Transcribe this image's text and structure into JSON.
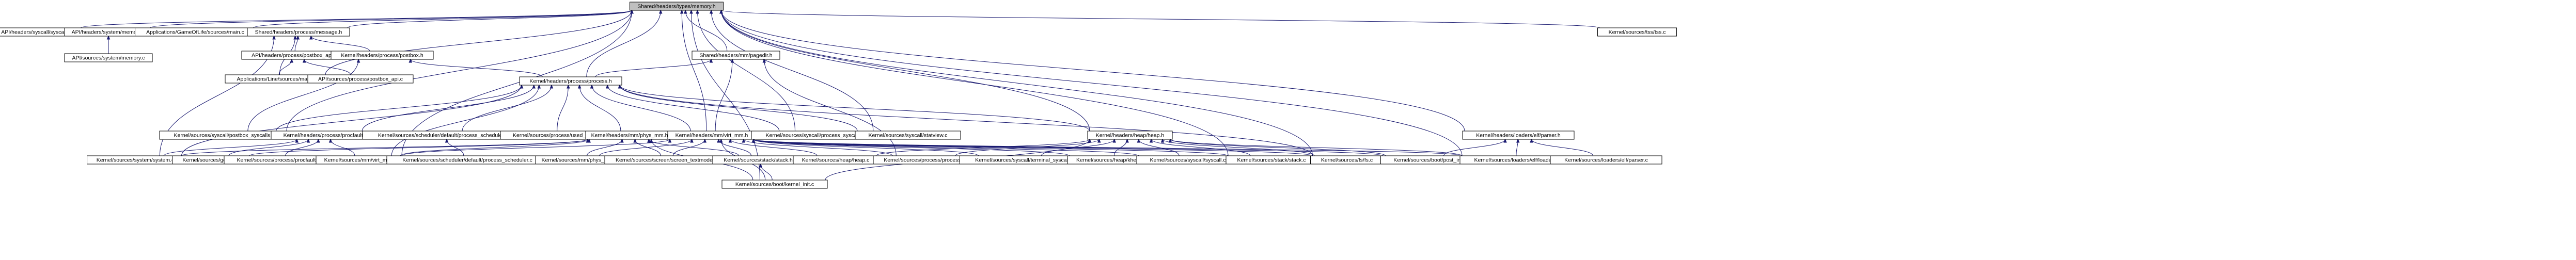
{
  "graph": {
    "root": "Shared/headers/types/memory.h",
    "nodes": [
      {
        "id": "root",
        "label": "Shared/headers/types/memory.h",
        "root": true
      },
      {
        "id": "api_syscall",
        "label": "API/headers/syscall/syscall.h"
      },
      {
        "id": "api_sysmem_h",
        "label": "API/headers/system/memory.h"
      },
      {
        "id": "apps_gol",
        "label": "Applications/GameOfLife/sources/main.c"
      },
      {
        "id": "shared_message",
        "label": "Shared/headers/process/message.h"
      },
      {
        "id": "api_sysmem_c",
        "label": "API/sources/system/memory.c"
      },
      {
        "id": "api_postbox_h",
        "label": "API/headers/process/postbox_api.h"
      },
      {
        "id": "k_postbox_h",
        "label": "Kernel/headers/process/postbox.h"
      },
      {
        "id": "apps_line",
        "label": "Applications/Line/sources/main.c"
      },
      {
        "id": "api_postbox_c",
        "label": "API/sources/process/postbox_api.c"
      },
      {
        "id": "shared_pagedir",
        "label": "Shared/headers/mm/pagedir.h"
      },
      {
        "id": "k_process_h",
        "label": "Kernel/headers/process/process.h"
      },
      {
        "id": "k_postbox_sys",
        "label": "Kernel/sources/syscall/postbox_syscalls.c"
      },
      {
        "id": "k_procfault_h",
        "label": "Kernel/headers/process/procfault.h"
      },
      {
        "id": "k_sched_c",
        "label": "Kernel/sources/scheduler/default/process_scheduler.h"
      },
      {
        "id": "k_pid_list",
        "label": "Kernel/sources/process/used_list.c"
      },
      {
        "id": "k_physmm_h",
        "label": "Kernel/headers/mm/phys_mm.h"
      },
      {
        "id": "k_virtmm_h",
        "label": "Kernel/headers/mm/virt_mm.h"
      },
      {
        "id": "k_process_sys",
        "label": "Kernel/sources/syscall/process_syscalls.c"
      },
      {
        "id": "k_statview",
        "label": "Kernel/sources/syscall/statview.c"
      },
      {
        "id": "k_heap_h",
        "label": "Kernel/headers/heap/heap.h"
      },
      {
        "id": "k_elfparser_h",
        "label": "Kernel/headers/loaders/elf/parser.h"
      },
      {
        "id": "k_tss",
        "label": "Kernel/sources/tss/tss.c"
      },
      {
        "id": "k_system_c",
        "label": "Kernel/sources/system/system.c"
      },
      {
        "id": "k_gdt_c",
        "label": "Kernel/sources/gdt/gdt.c"
      },
      {
        "id": "k_procfault_c",
        "label": "Kernel/sources/process/procfault.c"
      },
      {
        "id": "k_virtmm_c",
        "label": "Kernel/sources/mm/virt_mm.c"
      },
      {
        "id": "k_sched_default",
        "label": "Kernel/sources/scheduler/default/process_scheduler.c"
      },
      {
        "id": "k_physmm_c",
        "label": "Kernel/sources/mm/phys_mm.c"
      },
      {
        "id": "k_screen",
        "label": "Kernel/sources/screen/screen_textmode.c"
      },
      {
        "id": "k_stack_h",
        "label": "Kernel/sources/stack/stack.h"
      },
      {
        "id": "k_heap_c",
        "label": "Kernel/sources/heap/heap.c"
      },
      {
        "id": "k_process_c",
        "label": "Kernel/sources/process/process.c"
      },
      {
        "id": "k_terminal_sys",
        "label": "Kernel/sources/syscall/terminal_syscalls.c"
      },
      {
        "id": "k_kheap",
        "label": "Kernel/sources/heap/kheap.c"
      },
      {
        "id": "k_syscall_c",
        "label": "Kernel/sources/syscall/syscall.c"
      },
      {
        "id": "k_stack_c",
        "label": "Kernel/sources/stack/stack.c"
      },
      {
        "id": "k_fs_c",
        "label": "Kernel/sources/fs/fs.c"
      },
      {
        "id": "k_post_init",
        "label": "Kernel/sources/boot/post_init.c"
      },
      {
        "id": "k_elf_loader",
        "label": "Kernel/sources/loaders/elf/loader.c"
      },
      {
        "id": "k_elf_parser_c",
        "label": "Kernel/sources/loaders/elf/parser.c"
      },
      {
        "id": "k_kernel_init",
        "label": "Kernel/sources/boot/kernel_init.c"
      }
    ],
    "edges": [
      [
        "api_syscall",
        "root"
      ],
      [
        "api_sysmem_h",
        "root"
      ],
      [
        "apps_gol",
        "root"
      ],
      [
        "shared_message",
        "root"
      ],
      [
        "k_postbox_sys",
        "root"
      ],
      [
        "apps_line",
        "root"
      ],
      [
        "shared_pagedir",
        "root"
      ],
      [
        "k_process_h",
        "root"
      ],
      [
        "k_virtmm_h",
        "root"
      ],
      [
        "k_process_sys",
        "root"
      ],
      [
        "k_statview",
        "root"
      ],
      [
        "k_heap_h",
        "root"
      ],
      [
        "k_elfparser_h",
        "root"
      ],
      [
        "k_tss",
        "root"
      ],
      [
        "k_virtmm_c",
        "root"
      ],
      [
        "k_stack_c",
        "root"
      ],
      [
        "k_fs_c",
        "root"
      ],
      [
        "k_elf_loader",
        "root"
      ],
      [
        "k_kernel_init",
        "root"
      ],
      [
        "api_sysmem_c",
        "api_sysmem_h"
      ],
      [
        "api_postbox_h",
        "shared_message"
      ],
      [
        "k_postbox_h",
        "shared_message"
      ],
      [
        "apps_line",
        "shared_message"
      ],
      [
        "k_system_c",
        "shared_message"
      ],
      [
        "apps_line",
        "api_postbox_h"
      ],
      [
        "api_postbox_c",
        "api_postbox_h"
      ],
      [
        "k_process_h",
        "k_postbox_h"
      ],
      [
        "k_postbox_sys",
        "k_postbox_h"
      ],
      [
        "k_process_h",
        "shared_pagedir"
      ],
      [
        "k_virtmm_h",
        "shared_pagedir"
      ],
      [
        "k_process_c",
        "shared_pagedir"
      ],
      [
        "k_postbox_sys",
        "k_process_h"
      ],
      [
        "k_procfault_h",
        "k_process_h"
      ],
      [
        "k_sched_c",
        "k_process_h"
      ],
      [
        "k_pid_list",
        "k_process_h"
      ],
      [
        "k_physmm_h",
        "k_process_h"
      ],
      [
        "k_virtmm_h",
        "k_process_h"
      ],
      [
        "k_process_sys",
        "k_process_h"
      ],
      [
        "k_statview",
        "k_process_h"
      ],
      [
        "k_heap_h",
        "k_process_h"
      ],
      [
        "k_system_c",
        "k_process_h"
      ],
      [
        "k_virtmm_c",
        "k_process_h"
      ],
      [
        "k_fs_c",
        "k_process_h"
      ],
      [
        "k_system_c",
        "k_procfault_h"
      ],
      [
        "k_gdt_c",
        "k_procfault_h"
      ],
      [
        "k_procfault_c",
        "k_procfault_h"
      ],
      [
        "k_virtmm_c",
        "k_procfault_h"
      ],
      [
        "k_sched_default",
        "k_sched_c"
      ],
      [
        "k_system_c",
        "k_physmm_h"
      ],
      [
        "k_gdt_c",
        "k_physmm_h"
      ],
      [
        "k_virtmm_c",
        "k_physmm_h"
      ],
      [
        "k_physmm_c",
        "k_physmm_h"
      ],
      [
        "k_screen",
        "k_physmm_h"
      ],
      [
        "k_stack_h",
        "k_physmm_h"
      ],
      [
        "k_kernel_init",
        "k_physmm_h"
      ],
      [
        "k_virtmm_c",
        "k_virtmm_h"
      ],
      [
        "k_physmm_c",
        "k_virtmm_h"
      ],
      [
        "k_screen",
        "k_virtmm_h"
      ],
      [
        "k_stack_h",
        "k_virtmm_h"
      ],
      [
        "k_heap_c",
        "k_virtmm_h"
      ],
      [
        "k_process_c",
        "k_virtmm_h"
      ],
      [
        "k_terminal_sys",
        "k_virtmm_h"
      ],
      [
        "k_kheap",
        "k_virtmm_h"
      ],
      [
        "k_syscall_c",
        "k_virtmm_h"
      ],
      [
        "k_stack_c",
        "k_virtmm_h"
      ],
      [
        "k_fs_c",
        "k_virtmm_h"
      ],
      [
        "k_post_init",
        "k_virtmm_h"
      ],
      [
        "k_elf_loader",
        "k_virtmm_h"
      ],
      [
        "k_kernel_init",
        "k_virtmm_h"
      ],
      [
        "k_heap_c",
        "k_heap_h"
      ],
      [
        "k_process_c",
        "k_heap_h"
      ],
      [
        "k_terminal_sys",
        "k_heap_h"
      ],
      [
        "k_kheap",
        "k_heap_h"
      ],
      [
        "k_syscall_c",
        "k_heap_h"
      ],
      [
        "k_stack_c",
        "k_heap_h"
      ],
      [
        "k_fs_c",
        "k_heap_h"
      ],
      [
        "k_post_init",
        "k_heap_h"
      ],
      [
        "k_elf_loader",
        "k_heap_h"
      ],
      [
        "k_kernel_init",
        "k_heap_h"
      ],
      [
        "k_post_init",
        "k_elfparser_h"
      ],
      [
        "k_elf_loader",
        "k_elfparser_h"
      ],
      [
        "k_elf_parser_c",
        "k_elfparser_h"
      ],
      [
        "k_kernel_init",
        "k_stack_h"
      ]
    ]
  }
}
